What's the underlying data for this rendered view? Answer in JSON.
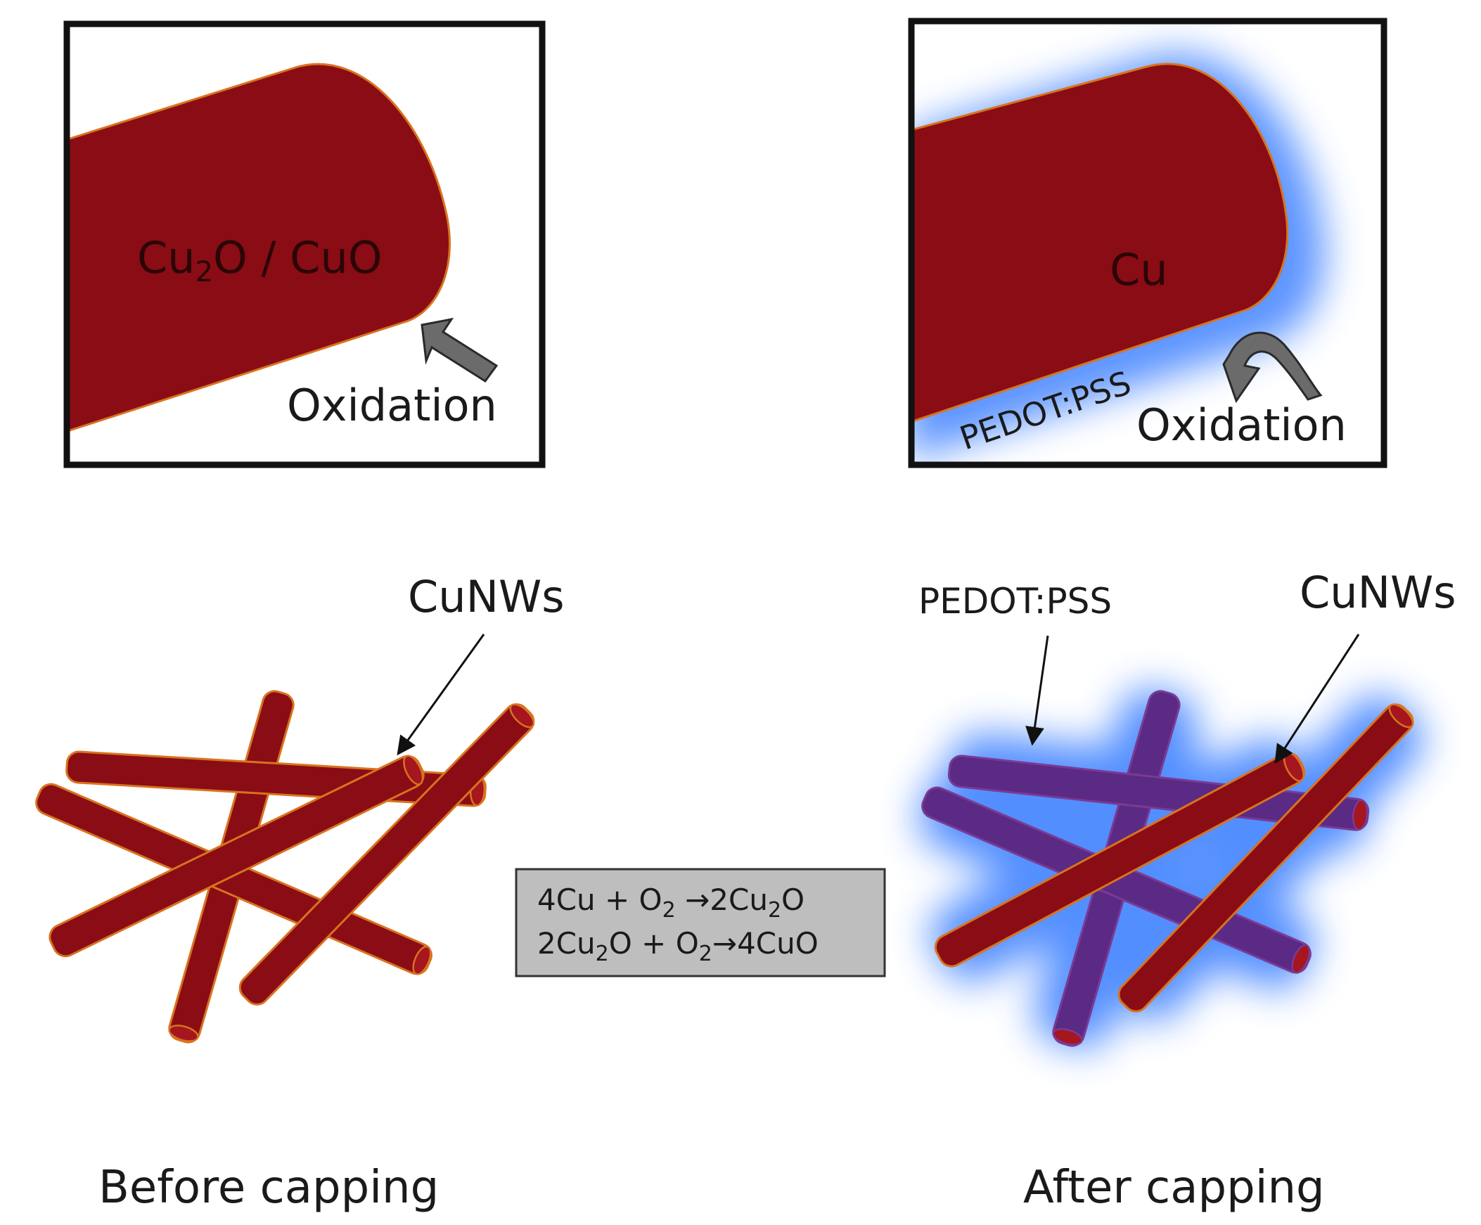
{
  "colors": {
    "copper": "#8a0c15",
    "copper_edge": "#d8731e",
    "pedot_glow": "#3f82ff",
    "arrow_gray": "#6b6b6b",
    "equation_bg": "#bebebe"
  },
  "before": {
    "inset_label_main": "Cu",
    "inset_label_sub": "2",
    "inset_label_rest": "O / CuO",
    "oxidation_label": "Oxidation",
    "wires_label": "CuNWs",
    "caption": "Before capping"
  },
  "after": {
    "inset_label": "Cu",
    "coating_label": "PEDOT:PSS",
    "oxidation_label": "Oxidation",
    "coating_pointer_label": "PEDOT:PSS",
    "wires_label": "CuNWs",
    "caption": "After capping"
  },
  "equations": {
    "line1": {
      "a": "4Cu + O",
      "a_sub": "2",
      "arrow": "→",
      "b": "2Cu",
      "b_sub": "2",
      "c": "O"
    },
    "line2": {
      "a": "2Cu",
      "a_sub": "2",
      "b": "O + O",
      "b_sub": "2",
      "arrow": "→",
      "c": "4CuO"
    }
  }
}
